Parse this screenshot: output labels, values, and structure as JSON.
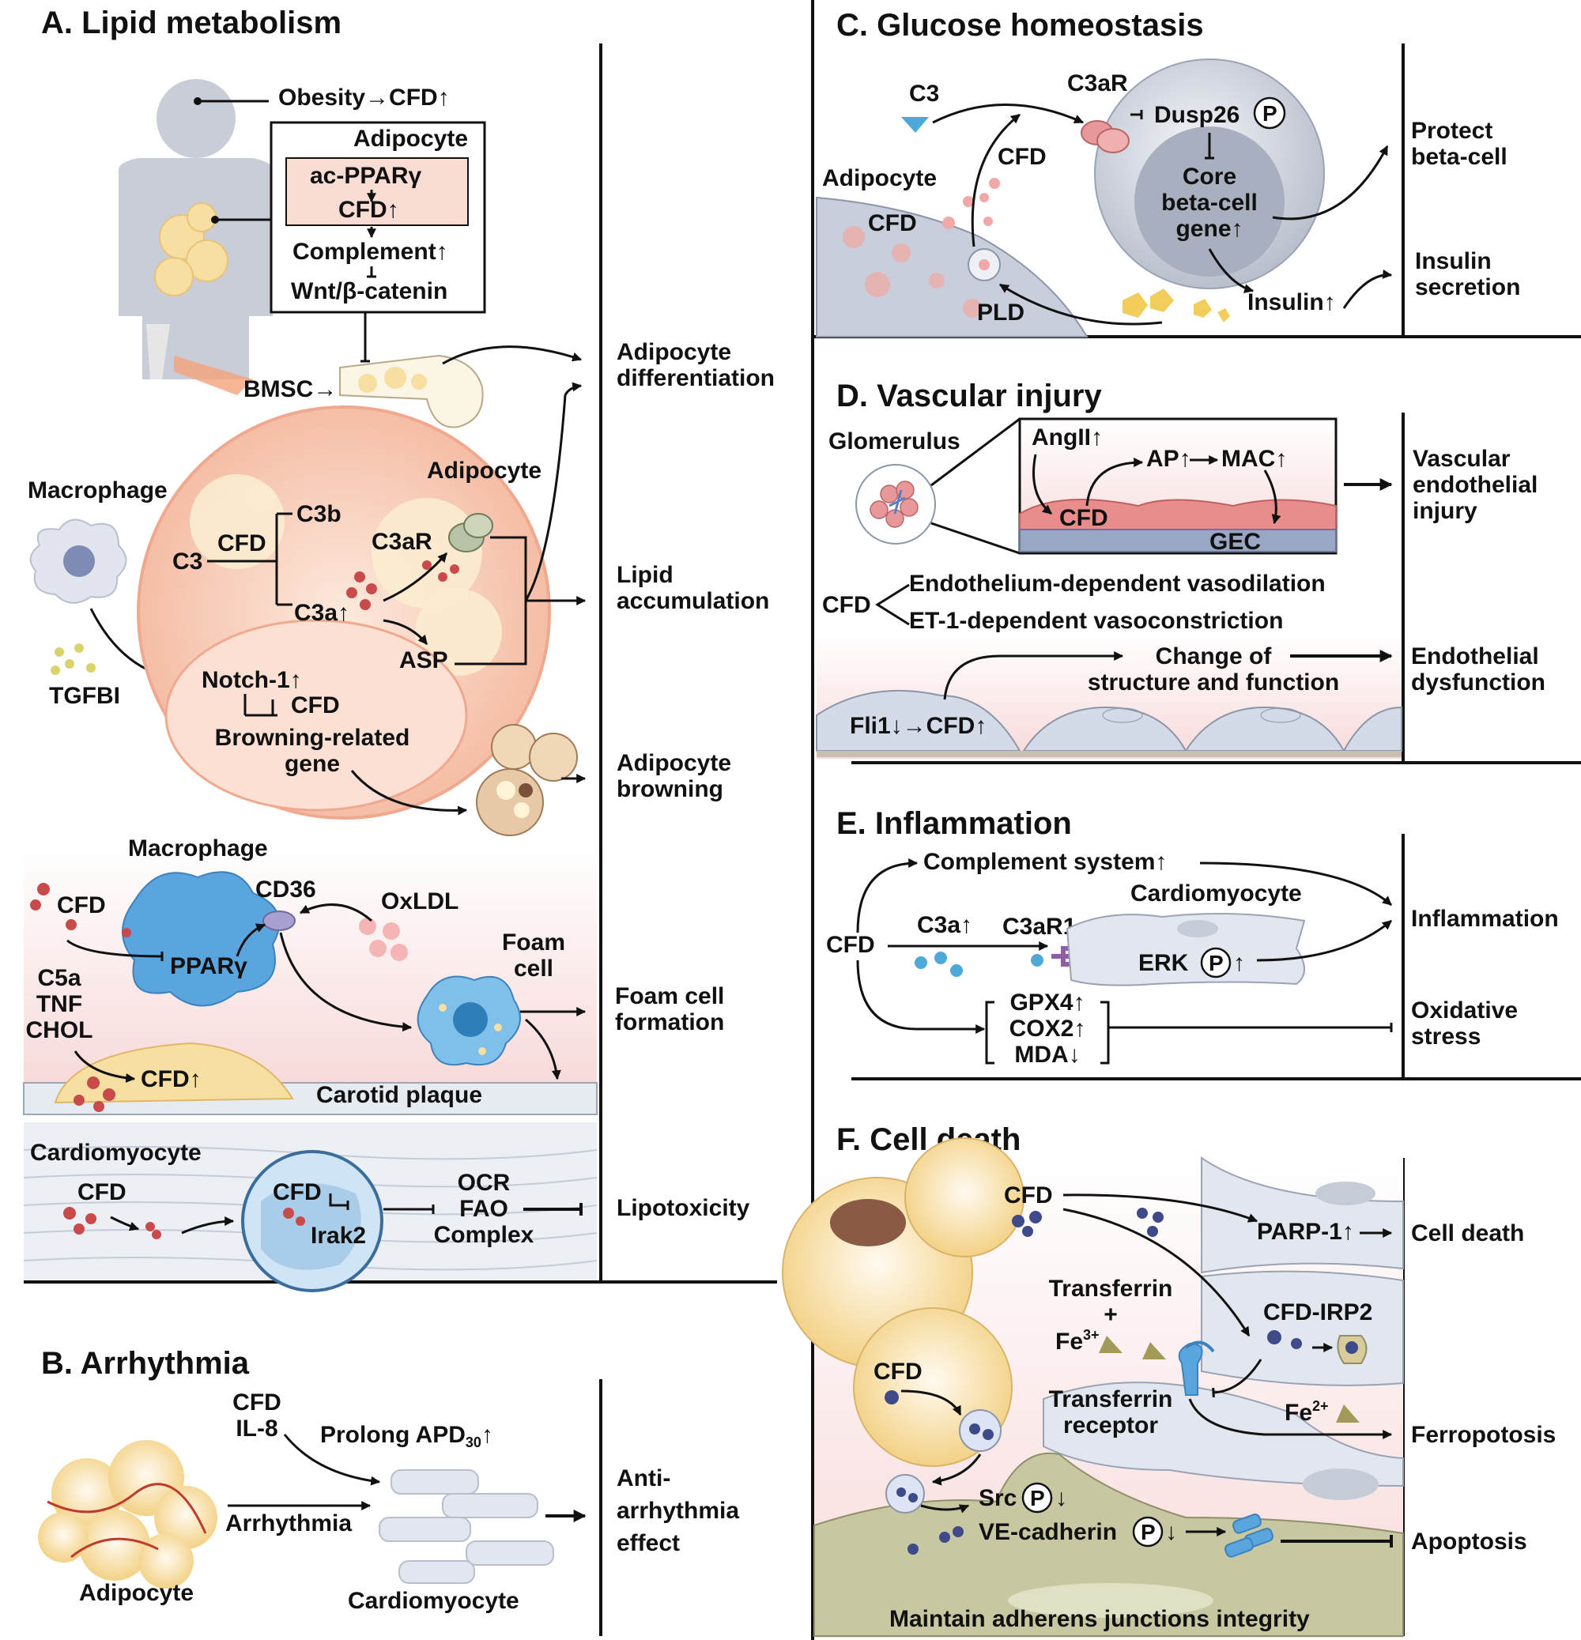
{
  "panelA": {
    "title": "A. Lipid metabolism",
    "obesity": "Obesity→CFD↑",
    "adipocyte": "Adipocyte",
    "acPPAR": "ac-PPARγ",
    "cfdUp": "CFD↑",
    "complement": "Complement↑",
    "wnt": "Wnt/β-catenin",
    "bmsc": "BMSC→",
    "outDiff": [
      "Adipocyte",
      "differentiation"
    ],
    "macrophage": "Macrophage",
    "tgfbi": "TGFBI",
    "adipocyte2": "Adipocyte",
    "c3": "C3",
    "cfd": "CFD",
    "c3b": "C3b",
    "c3ar": "C3aR",
    "c3a": "C3a↑",
    "asp": "ASP",
    "notch": "Notch-1↑",
    "cfd2": "CFD",
    "browning": [
      "Browning-related",
      "gene"
    ],
    "outLipid": [
      "Lipid",
      "accumulation"
    ],
    "outBrown": [
      "Adipocyte",
      "browning"
    ],
    "macrophage2": "Macrophage",
    "cfd3": "CFD",
    "cd36": "CD36",
    "ppar": "PPARγ",
    "oxldl": "OxLDL",
    "foam": [
      "Foam",
      "cell"
    ],
    "c5a": [
      "C5a",
      "TNF",
      "CHOL"
    ],
    "cfdUp2": "CFD↑",
    "plaque": "Carotid plaque",
    "outFoam": [
      "Foam cell",
      "formation"
    ],
    "cardio": "Cardiomyocyte",
    "cfd4": "CFD",
    "cfd5": "CFD",
    "irak": "Irak2",
    "ocr": [
      "OCR",
      "FAO",
      "Complex"
    ],
    "outLipo": "Lipotoxicity"
  },
  "panelB": {
    "title": "B. Arrhythmia",
    "cfdIl": [
      "CFD",
      "IL-8"
    ],
    "prolong": "Prolong APD",
    "prolongSub": "30",
    "prolongUp": "↑",
    "arrhythmia": "Arrhythmia",
    "adipocyte": "Adipocyte",
    "cardio": "Cardiomyocyte",
    "out": [
      "Anti-",
      "arrhythmia",
      "effect"
    ]
  },
  "panelC": {
    "title": "C. Glucose homeostasis",
    "c3": "C3",
    "c3ar": "C3aR",
    "dusp": "Dusp26",
    "p": "P",
    "cfd": "CFD",
    "adipocyte": "Adipocyte",
    "cfd2": "CFD",
    "core": [
      "Core",
      "beta-cell",
      "gene↑"
    ],
    "pld": "PLD",
    "insulin": "Insulin↑",
    "out1": [
      "Protect",
      "beta-cell"
    ],
    "out2": [
      "Insulin",
      "secretion"
    ]
  },
  "panelD": {
    "title": "D. Vascular injury",
    "glomerulus": "Glomerulus",
    "angii": "AngII↑",
    "ap": "AP↑",
    "mac": "MAC↑",
    "cfd": "CFD",
    "gec": "GEC",
    "cfd2": "CFD",
    "endo1": "Endothelium-dependent vasodilation",
    "endo2": "ET-1-dependent vasoconstriction",
    "change": [
      "Change of",
      "structure and function"
    ],
    "fli": "Fli1↓→CFD↑",
    "out1": [
      "Vascular",
      "endothelial",
      "injury"
    ],
    "out2": [
      "Endothelial",
      "dysfunction"
    ]
  },
  "panelE": {
    "title": "E. Inflammation",
    "complement": "Complement system↑",
    "cardio": "Cardiomyocyte",
    "c3a": "C3a↑",
    "c3ar1": "C3aR1",
    "cfd": "CFD",
    "erk": "ERK",
    "p": "P",
    "up": "↑",
    "gpx": [
      "GPX4↑",
      "COX2↑",
      "MDA↓"
    ],
    "out1": "Inflammation",
    "out2": [
      "Oxidative",
      "stress"
    ]
  },
  "panelF": {
    "title": "F. Cell death",
    "cfd": "CFD",
    "parp": "PARP-1↑",
    "out1": "Cell death",
    "transferrin": [
      "Transferrin",
      "+"
    ],
    "fe3": "Fe",
    "fe3sup": "3+",
    "cfdirp": "CFD-IRP2",
    "cfd2": "CFD",
    "receptor": [
      "Transferrin",
      "receptor"
    ],
    "fe2": "Fe",
    "fe2sup": "2+",
    "out2": "Ferropotosis",
    "src": "Src",
    "ve": "VE-cadherin",
    "p": "P",
    "down": "↓",
    "out3": "Apoptosis",
    "maintain": "Maintain adherens junctions integrity"
  },
  "colors": {
    "cfdDot": "#c94a4a",
    "adipocyte": "#f6dfa0",
    "cellGrey": "#d9dde6",
    "endothelium": "#e88c8c",
    "macrophage": "#5aa5dd",
    "background": "#ffffff"
  }
}
